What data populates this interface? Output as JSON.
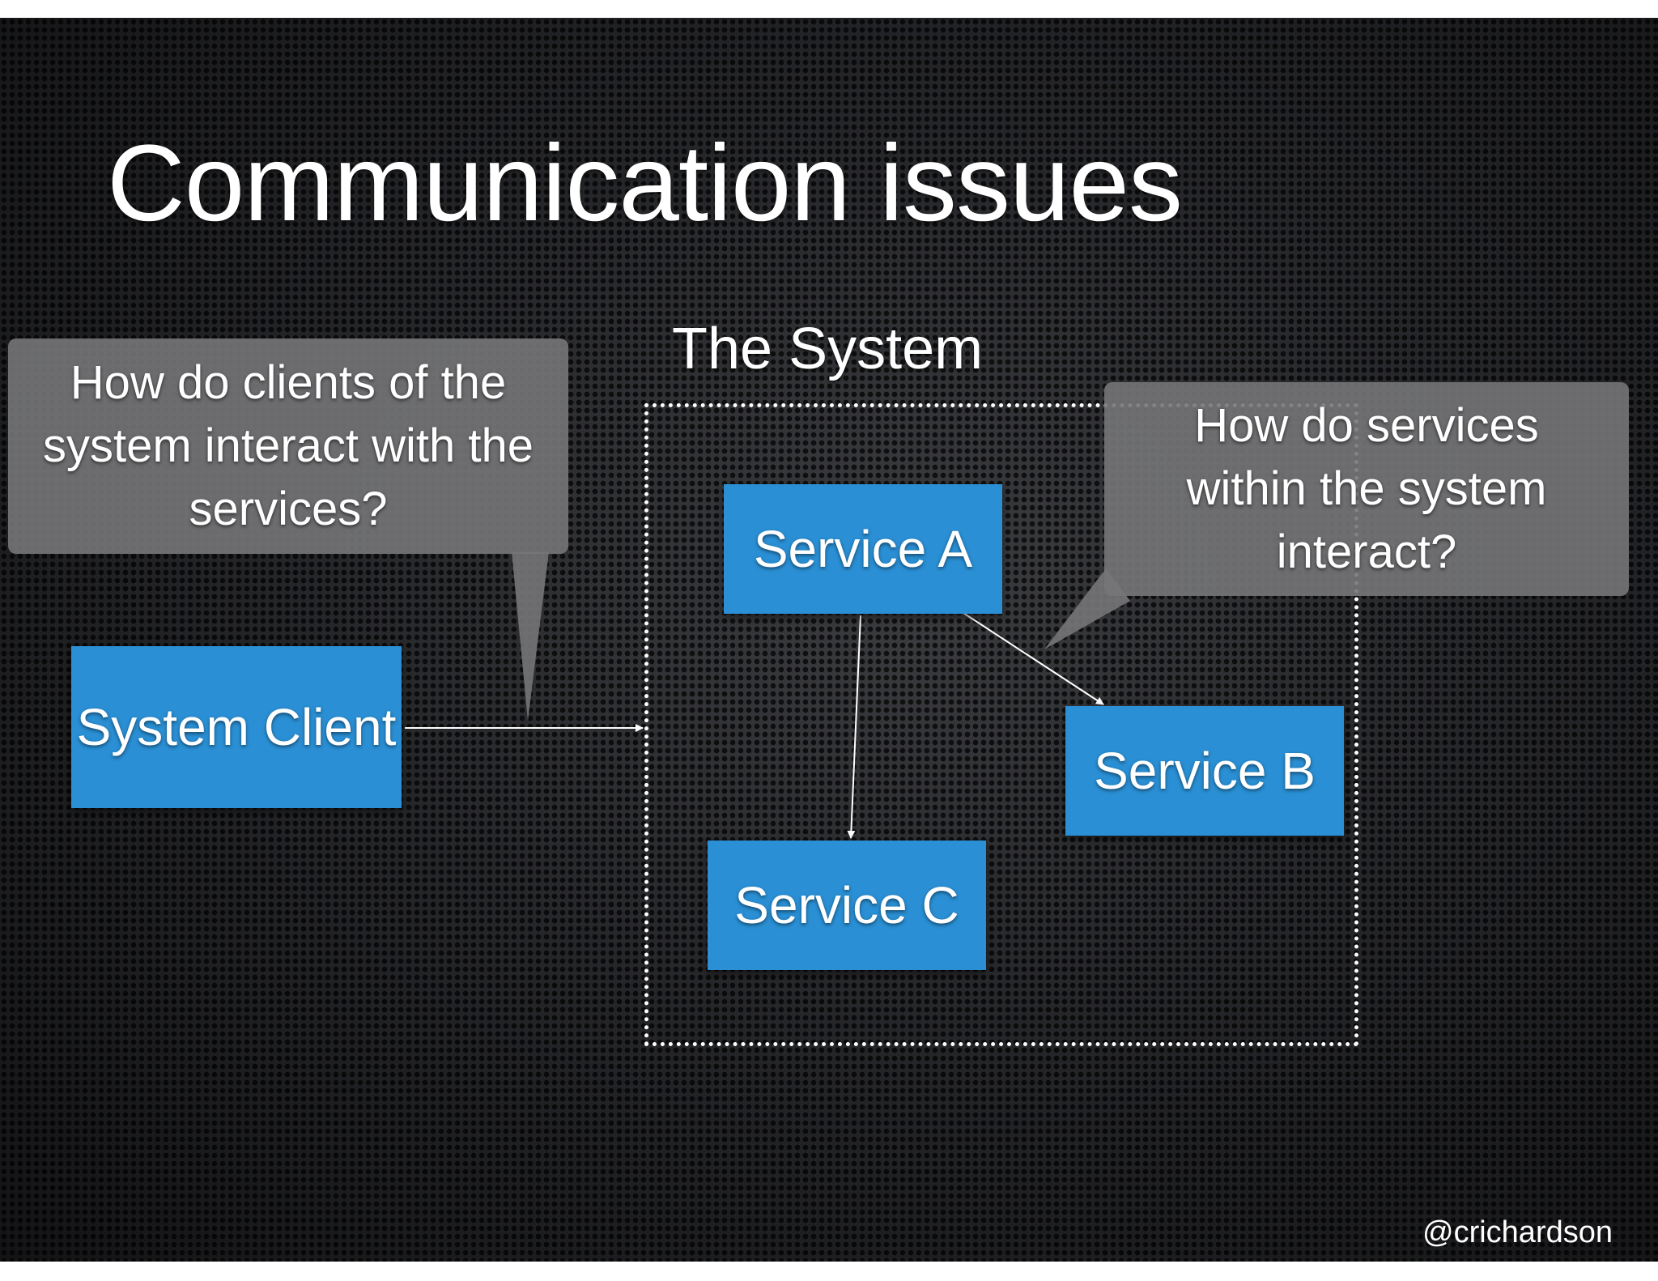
{
  "slide": {
    "title": "Communication issues",
    "system_label": "The System",
    "handle": "@crichardson"
  },
  "nodes": {
    "client": "System Client",
    "service_a": "Service A",
    "service_b": "Service B",
    "service_c": "Service C"
  },
  "callouts": {
    "clients_question": [
      "How do clients of the",
      "system interact with the",
      "services?"
    ],
    "services_question": [
      "How do services",
      "within the system",
      "interact?"
    ]
  },
  "colors": {
    "node_fill": "#2a8fd4",
    "callout_fill": "#767678",
    "background": "#1b1b1d"
  }
}
